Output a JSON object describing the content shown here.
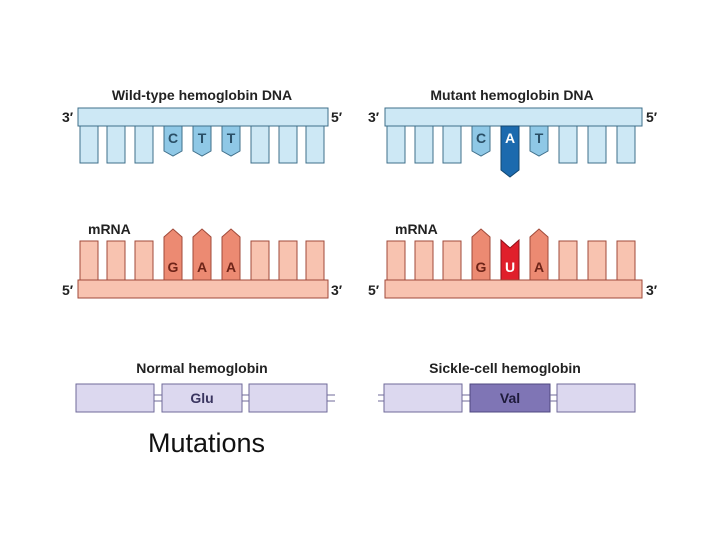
{
  "panels": {
    "wildtype": {
      "dna_title": "Wild-type hemoglobin DNA",
      "dna_left_end": "3′",
      "dna_right_end": "5′",
      "dna_bases": [
        "C",
        "T",
        "T"
      ],
      "mrna_title": "mRNA",
      "mrna_bases": [
        "G",
        "A",
        "A"
      ],
      "mrna_left_end": "5′",
      "mrna_right_end": "3′",
      "protein_title": "Normal hemoglobin",
      "protein_amino_acid": "Glu"
    },
    "mutant": {
      "dna_title": "Mutant hemoglobin DNA",
      "dna_left_end": "3′",
      "dna_right_end": "5′",
      "dna_bases": [
        "C",
        "A",
        "T"
      ],
      "mrna_title": "mRNA",
      "mrna_bases": [
        "G",
        "U",
        "A"
      ],
      "mrna_left_end": "5′",
      "mrna_right_end": "3′",
      "protein_title": "Sickle-cell hemoglobin",
      "protein_amino_acid": "Val"
    }
  },
  "caption": "Mutations",
  "colors": {
    "dna_fill": "#cde8f5",
    "dna_stroke": "#3f6f8a",
    "dna_codon_fill": "#8fc8e6",
    "dna_mutant_fill": "#1c6aae",
    "mrna_fill": "#f8c3b0",
    "mrna_stroke": "#a04a3a",
    "mrna_codon_fill": "#ec8a72",
    "mrna_mutant_fill": "#e01f2b",
    "protein_fill": "#dcd8ef",
    "protein_stroke": "#6f6a9a",
    "protein_mutant_fill": "#7f75b5"
  }
}
